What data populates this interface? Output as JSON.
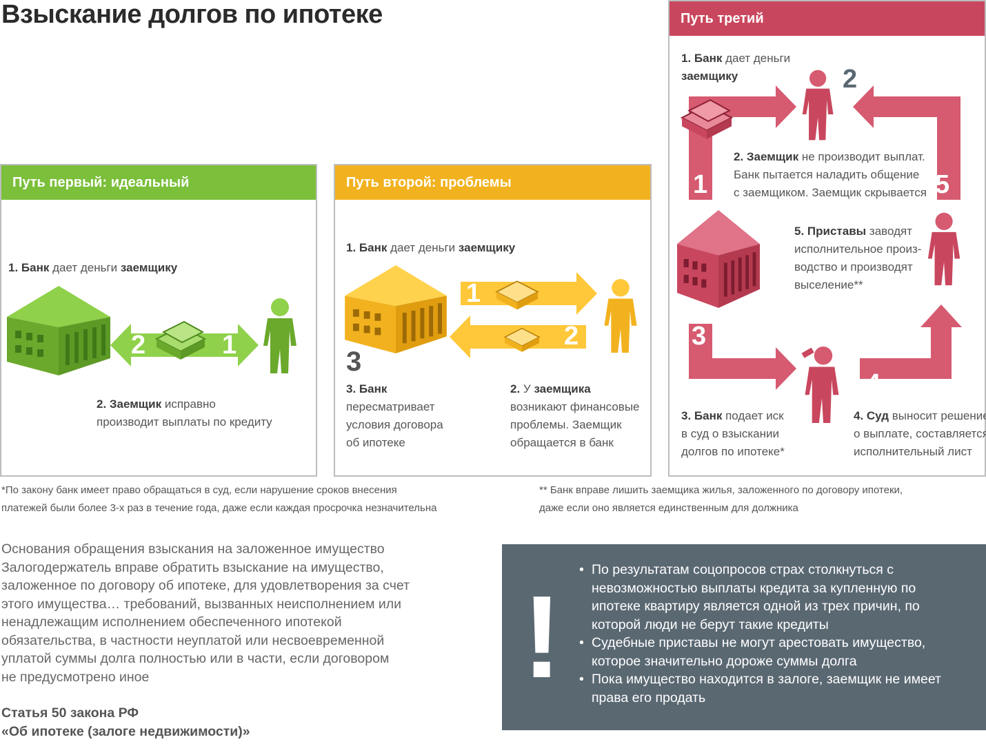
{
  "title": "Взыскание долгов по ипотеке",
  "colors": {
    "green": "#7bbf3b",
    "yellow": "#f2b21f",
    "red": "#c9475e",
    "slate": "#5a6872"
  },
  "path1": {
    "header": "Путь первый: идеальный",
    "step1_bold": "1. Банк",
    "step1_text": " дает деньги ",
    "step1_bold2": "заемщику",
    "step2_bold": "2. Заемщик",
    "step2_text": " исправно",
    "step2_text2": "производит выплаты по кредиту",
    "arrow_left": "2",
    "arrow_right": "1"
  },
  "path2": {
    "header": "Путь второй: проблемы",
    "step1_bold": "1. Банк",
    "step1_text": " дает деньги ",
    "step1_bold2": "заемщику",
    "step3_num": "3",
    "step3_bold": "3. Банк",
    "step3_lines": [
      "пересматривает",
      "условия договора",
      "об ипотеке"
    ],
    "step2_bold": "2.",
    "step2_text": " У ",
    "step2_bold2": "заемщика",
    "step2_lines": [
      "возникают финансовые",
      "проблемы. Заемщик",
      "обращается в банк"
    ],
    "arrow_top": "1",
    "arrow_bottom": "2"
  },
  "path3": {
    "header": "Путь третий",
    "step1_bold": "1. Банк",
    "step1_text": " дает деньги",
    "step1_bold2": "заемщику",
    "step2_bold": "2. Заемщик",
    "step2_text": " не производит выплат.",
    "step2_lines": [
      "Банк пытается наладить общение",
      "с заемщиком. Заемщик скрывается"
    ],
    "step5_bold": "5. Приставы",
    "step5_text": " заводят",
    "step5_lines": [
      "исполнительное произ-",
      "водство и производят",
      "выселение**"
    ],
    "step3_bold": "3. Банк",
    "step3_text": " подает иск",
    "step3_lines": [
      "в суд о взыскании",
      "долгов по ипотеке*"
    ],
    "step4_bold": "4. Суд",
    "step4_text": " выносит решение",
    "step4_lines": [
      "о выплате, составляется",
      "исполнительный лист"
    ],
    "num1": "1",
    "num2": "2",
    "num3": "3",
    "num4": "4",
    "num5": "5"
  },
  "footnotes": {
    "note1_line1": "*По закону банк имеет право обращаться в суд, если нарушение сроков внесения",
    "note1_line2": "платежей были более 3-х раз в течение года, даже если каждая просрочка незначительна",
    "note2_line1": "** Банк вправе лишить заемщика жилья, заложенного по договору ипотеки,",
    "note2_line2": "даже если оно является единственным для должника"
  },
  "body_text": {
    "lines": [
      "Основания обращения взыскания на заложенное имущество",
      "Залогодержатель вправе обратить взыскание на имущество,",
      "заложенное по договору об ипотеке, для удовлетворения за счет",
      "этого имущества… требований, вызванных неисполнением или",
      "ненадлежащим исполнением обеспеченного ипотекой",
      "обязательства, в частности неуплатой или несвоевременной",
      "уплатой суммы долга полностью или в части, если договором",
      "не предусмотрено иное"
    ],
    "law_line1": "Статья 50 закона РФ",
    "law_line2": "«Об ипотеке (залоге недвижимости)»"
  },
  "infobox": {
    "mark": "!",
    "items": [
      "По результатам соцопросов страх столкнуться с невозможностью выплаты кредита за купленную по ипотеке квартиру является одной из трех причин, по которой люди не берут такие кредиты",
      "Судебные приставы не могут арестовать имущество, которое значительно дороже суммы долга",
      "Пока имущество находится в залоге, заемщик не имеет права его продать"
    ]
  }
}
